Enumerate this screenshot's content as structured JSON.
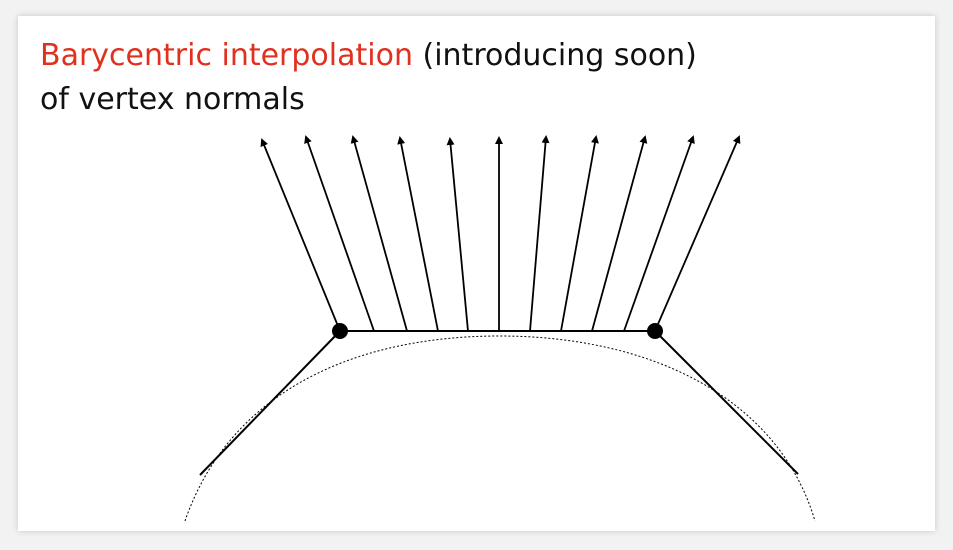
{
  "title": {
    "highlight_text": "Barycentric interpolation",
    "rest_text": " (introducing soon)",
    "second_line": "of vertex normals",
    "highlight_color": "#e0301e",
    "text_color": "#111111"
  },
  "diagram": {
    "normal_count": 11,
    "vertex_count": 2,
    "curve_style": "dotted",
    "arrow_color": "#000000"
  }
}
